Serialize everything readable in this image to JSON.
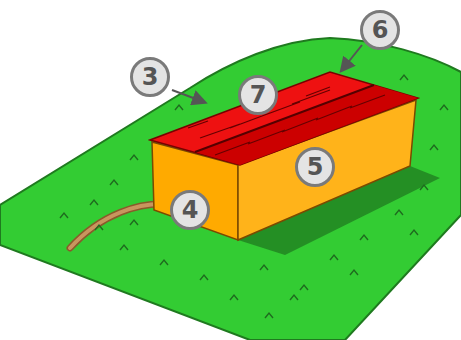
{
  "diagram": {
    "labels": [
      "6",
      "3",
      "7",
      "5",
      "4"
    ]
  }
}
